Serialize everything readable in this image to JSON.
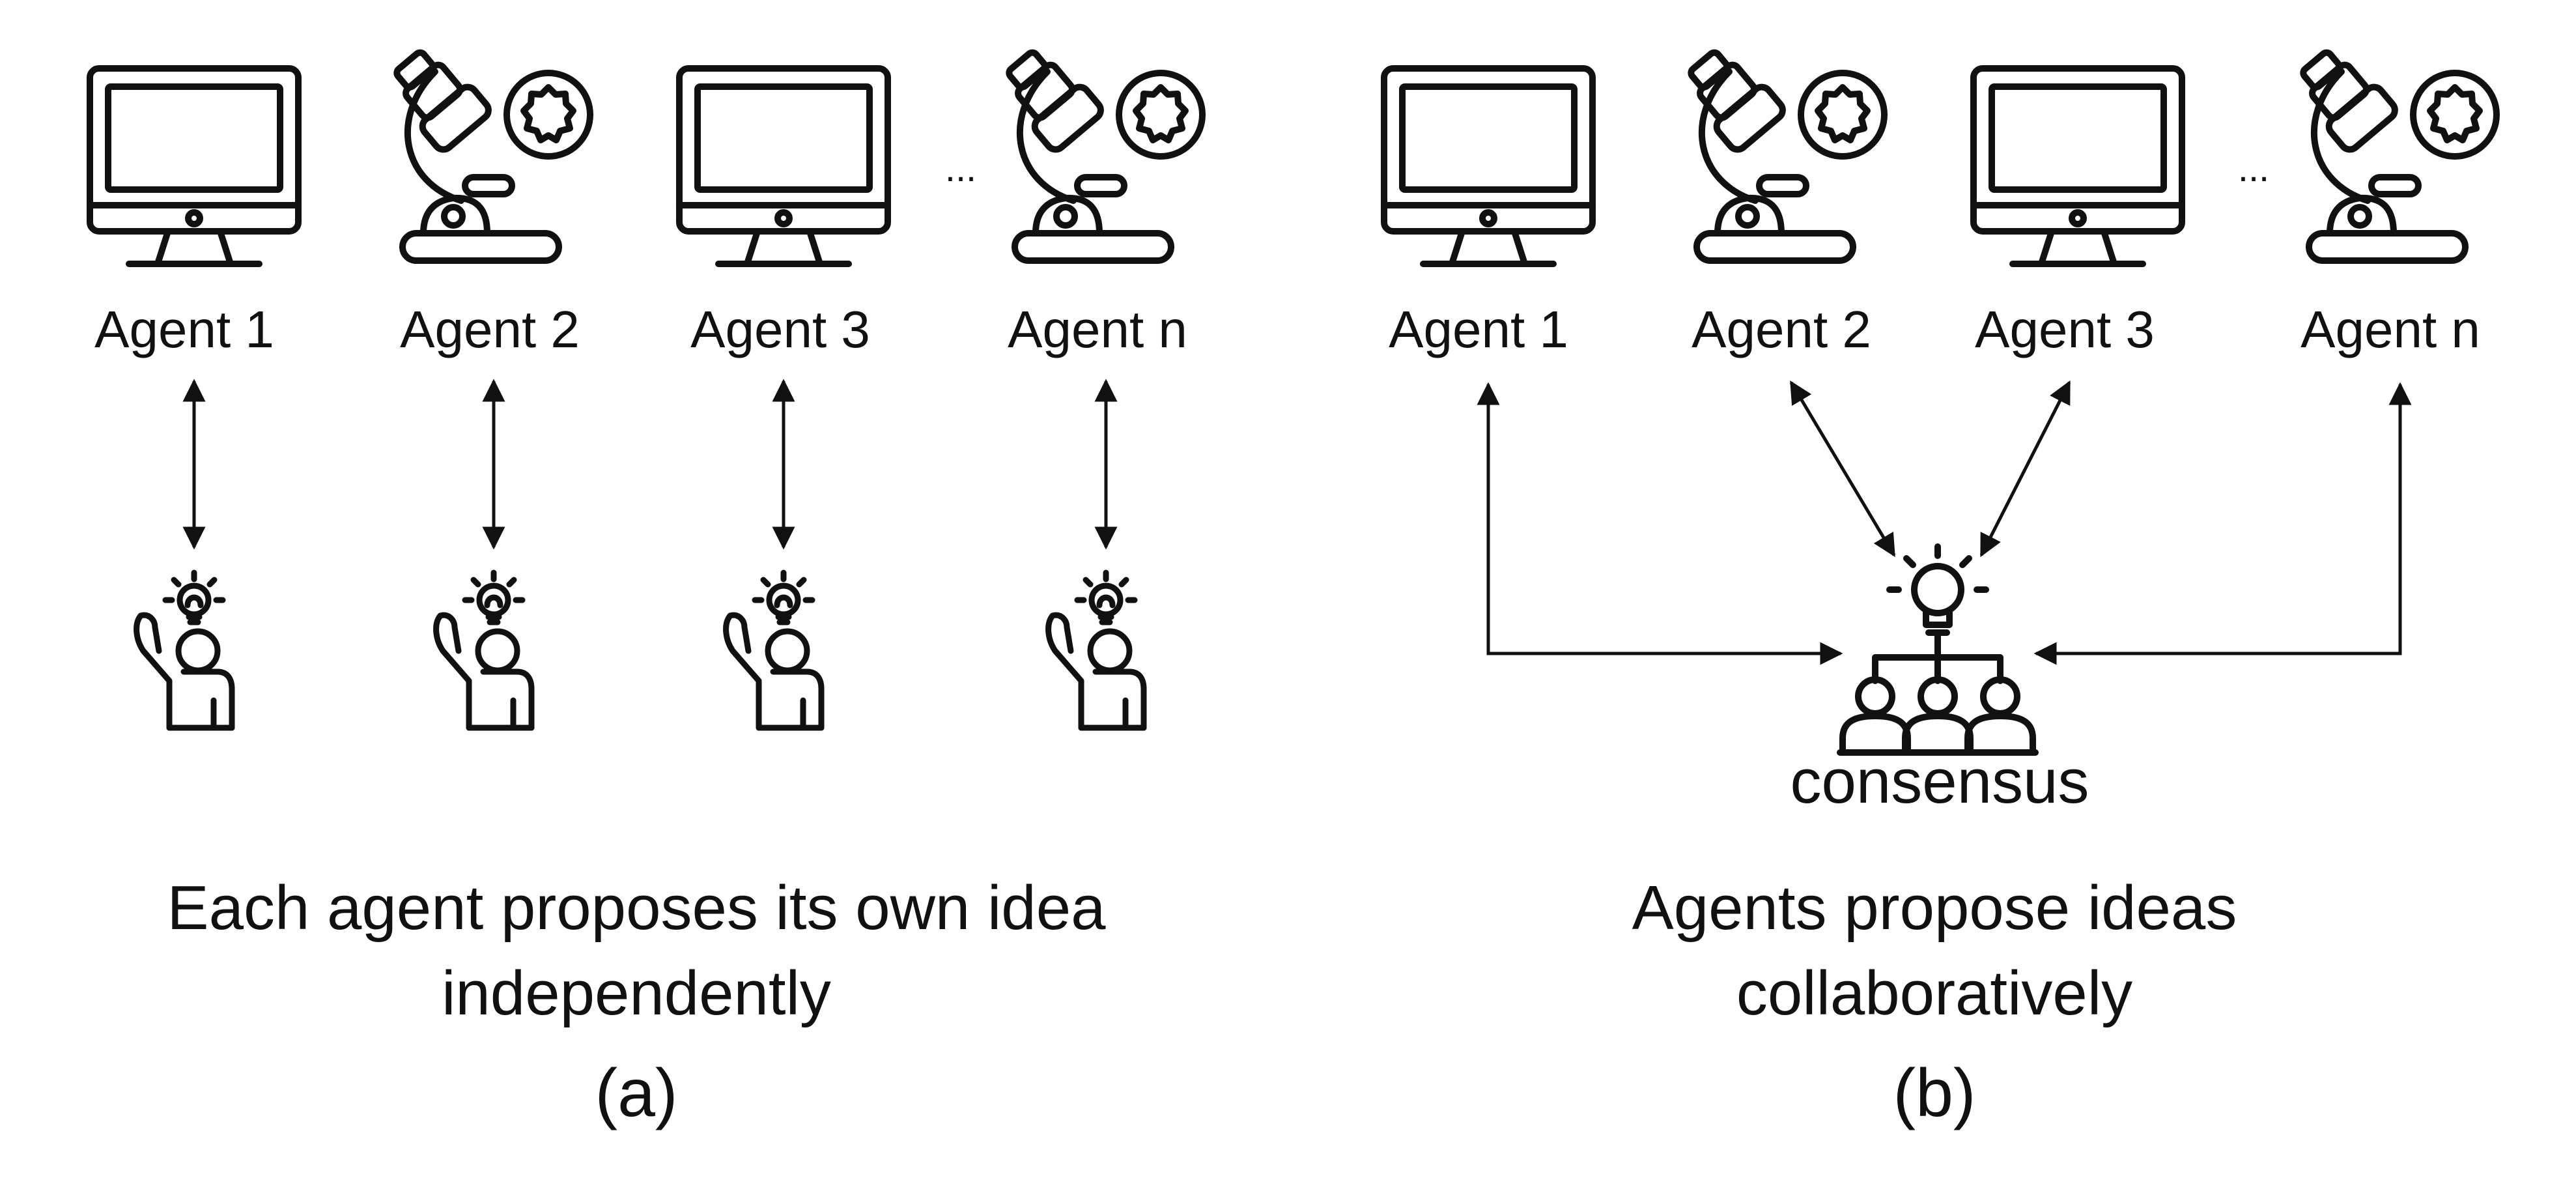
{
  "panel_a": {
    "agents": [
      {
        "label": "Agent 1",
        "kind": "computer"
      },
      {
        "label": "Agent 2",
        "kind": "microscope"
      },
      {
        "label": "Agent 3",
        "kind": "computer"
      },
      {
        "label": "Agent n",
        "kind": "microscope"
      }
    ],
    "ellipsis": "...",
    "caption_line1": "Each agent proposes its own idea",
    "caption_line2": "independently",
    "panel_label": "(a)"
  },
  "panel_b": {
    "agents": [
      {
        "label": "Agent 1",
        "kind": "computer"
      },
      {
        "label": "Agent 2",
        "kind": "microscope"
      },
      {
        "label": "Agent 3",
        "kind": "computer"
      },
      {
        "label": "Agent n",
        "kind": "microscope"
      }
    ],
    "ellipsis": "...",
    "consensus_label": "consensus",
    "caption_line1": "Agents propose ideas",
    "caption_line2": "collaboratively",
    "panel_label": "(b)"
  },
  "icons": {
    "computer": "computer-monitor-icon",
    "microscope": "microscope-icon",
    "person_idea": "person-raising-hand-idea-icon",
    "group_consensus": "group-consensus-lightbulb-icon"
  },
  "colors": {
    "line": "#111111",
    "background": "#ffffff"
  }
}
